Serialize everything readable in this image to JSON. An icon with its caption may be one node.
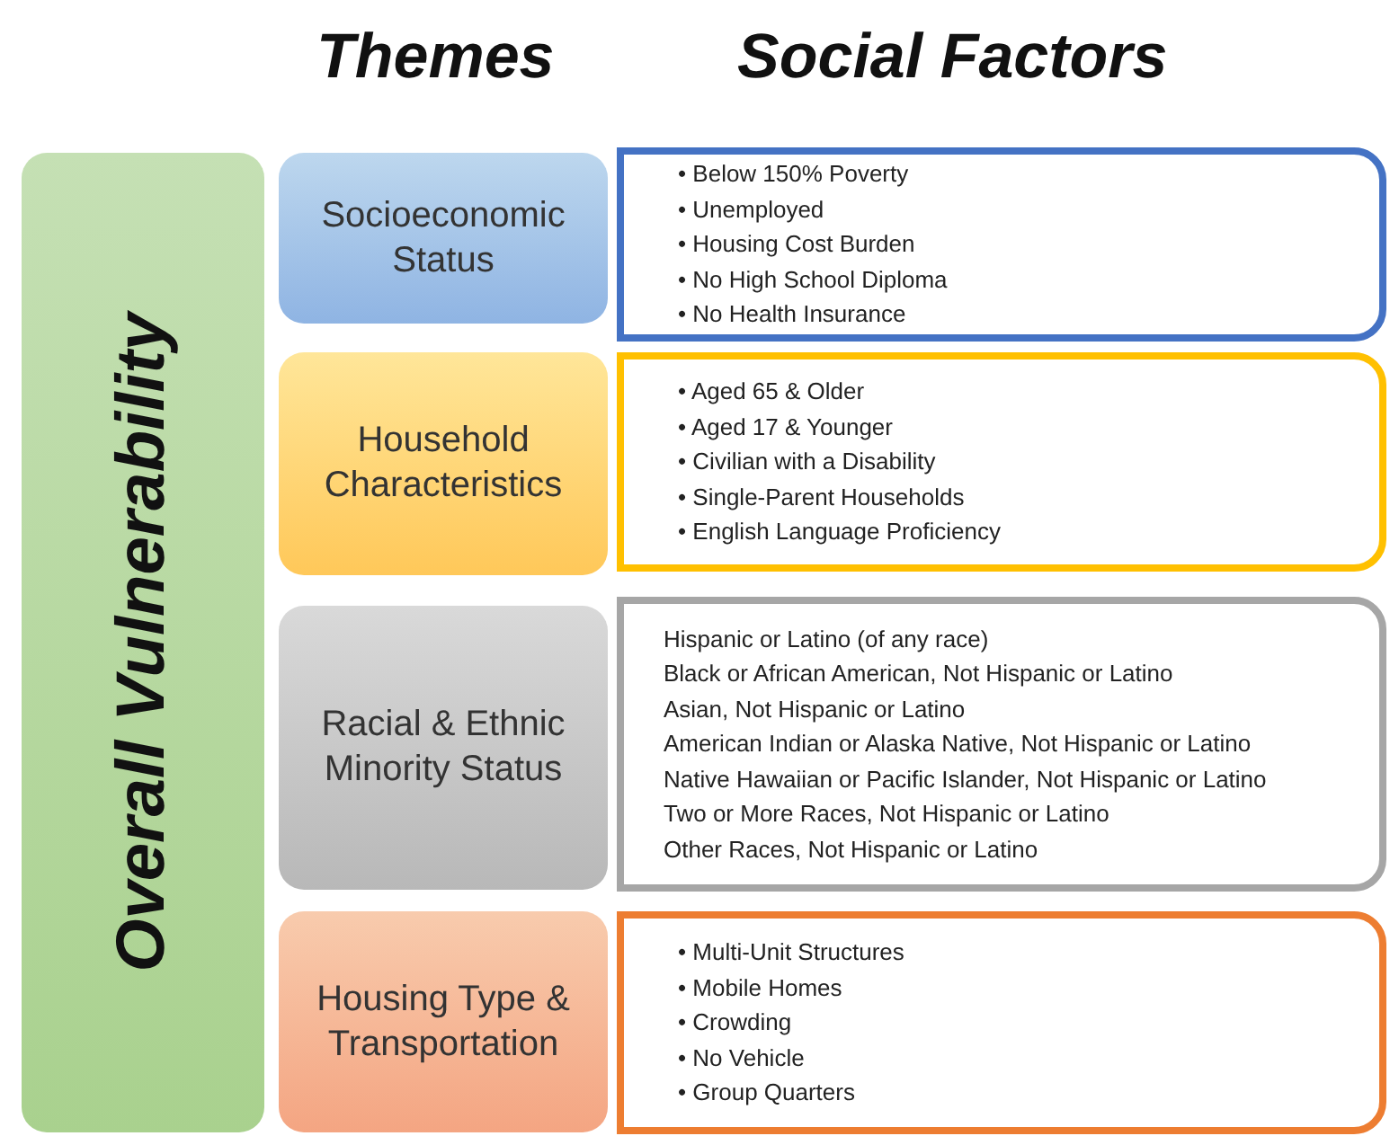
{
  "diagram": {
    "nodes": [
      {
        "text": [
          "Overall Vulnerability"
        ]
      },
      {
        "text": [
          "Socioeconomic Status"
        ]
      },
      {
        "text": [
          "Household Characteristics"
        ]
      },
      {
        "text": [
          "Racial & Ethnic Minority Status"
        ]
      },
      {
        "text": [
          "Housing Type & Transportation"
        ]
      },
      {
        "text": [
          "• Below 150% Poverty",
          "• Unemployed",
          "• Housing Cost Burden",
          "• No High School Diploma",
          "• No Health Insurance"
        ]
      },
      {
        "text": [
          "• Aged 65 & Older",
          "• Aged 17 & Younger",
          "• Civilian with a Disability",
          "• Single-Parent Households",
          "• English Language Proficiency"
        ]
      },
      {
        "text": [
          "Hispanic or Latino (of any race)",
          "Black or African American, Not Hispanic or Latino",
          "Asian, Not Hispanic or Latino",
          "American Indian or Alaska Native, Not Hispanic or Latino",
          "Native Hawaiian or Pacific Islander, Not Hispanic or Latino",
          "Two or More Races, Not Hispanic or Latino",
          "Other Races, Not Hispanic or Latino"
        ]
      },
      {
        "text": [
          "• Multi-Unit Structures",
          "• Mobile Homes",
          "• Crowding",
          "• No Vehicle",
          "• Group Quarters"
        ]
      }
    ],
    "labels": [
      "Themes",
      "Social Factors"
    ]
  }
}
